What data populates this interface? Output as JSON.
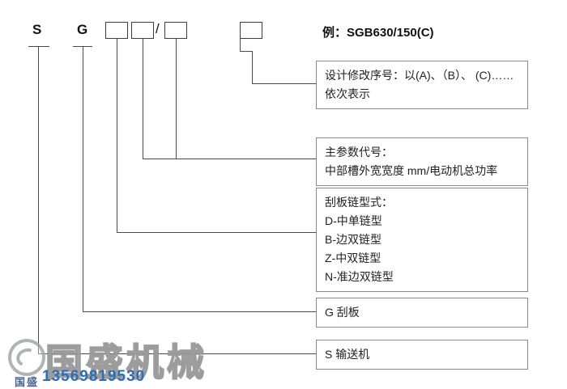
{
  "code": {
    "s": "S",
    "g": "G",
    "slash": "/",
    "example": "例：SGB630/150(C)"
  },
  "callouts": {
    "revision": {
      "line1": "设计修改序号：以(A)、（B）、 (C)……",
      "line2": "依次表示"
    },
    "main_param": {
      "line1": "主参数代号：",
      "line2": "中部槽外宽宽度 mm/电动机总功率"
    },
    "chain_type": {
      "title": "刮板链型式：",
      "item1": "D-中单链型",
      "item2": "B-边双链型",
      "item3": "Z-中双链型",
      "item4": "N-准边双链型"
    },
    "scraper": {
      "line1": "G 刮板"
    },
    "conveyor": {
      "line1": "S 输送机"
    }
  },
  "watermark": {
    "brand": "国盛机械",
    "brand_small": "国盛",
    "phone": "13569819530"
  }
}
